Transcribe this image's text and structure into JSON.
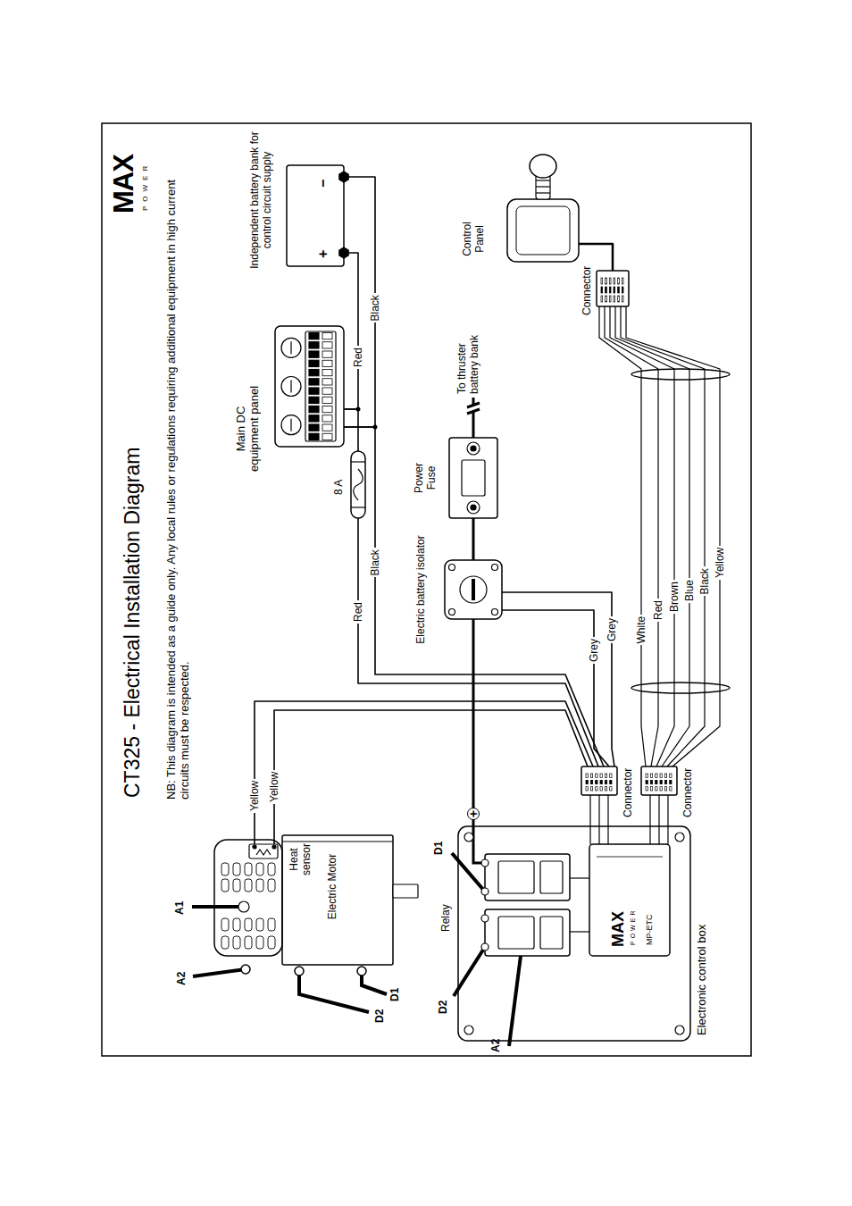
{
  "diagram": {
    "title": "CT325 - Electrical Installation Diagram",
    "nodes": [
      {
        "text": [
          "Main DC equipment panel"
        ]
      },
      {
        "text": [
          "Independent battery bank for control circuit supply",
          "+",
          "−"
        ]
      },
      {
        "text": [
          "8 A"
        ]
      },
      {
        "text": [
          "Power Fuse"
        ]
      },
      {
        "text": [
          "Electric battery isolator"
        ]
      },
      {
        "text": [
          "Control Panel"
        ]
      },
      {
        "text": [
          "Connector"
        ]
      },
      {
        "text": [
          "Electric Motor"
        ]
      },
      {
        "text": [
          "Heat sensor"
        ],
        "in": 7
      },
      {
        "text": [
          "Connector"
        ]
      },
      {
        "text": [
          "Connector"
        ]
      },
      {
        "text": [
          "Electronic control box"
        ]
      },
      {
        "text": [
          "MAX",
          "POWER",
          "MP-ETC"
        ],
        "in": 11
      }
    ],
    "edges": [
      {
        "from": 1,
        "to": 0,
        "arrow": "none",
        "label": "Red"
      },
      {
        "from": 1,
        "to": 0,
        "arrow": "none",
        "label": "Black"
      },
      {
        "from": 0,
        "to": 2,
        "arrow": "none"
      },
      {
        "from": 2,
        "to": 9,
        "arrow": "none",
        "label": "Red"
      },
      {
        "from": 0,
        "to": 9,
        "arrow": "none",
        "label": "Black"
      },
      {
        "from": 8,
        "to": 9,
        "arrow": "none",
        "label": "Yellow"
      },
      {
        "from": 8,
        "to": 9,
        "arrow": "none",
        "label": "Yellow"
      },
      {
        "from": 3,
        "to": 4,
        "arrow": "none"
      },
      {
        "from": 4,
        "to": 9,
        "arrow": "none",
        "label": "Grey"
      },
      {
        "from": 4,
        "to": 9,
        "arrow": "none",
        "label": "Grey"
      },
      {
        "from": 4,
        "to": 11,
        "arrow": "none",
        "label": "+"
      },
      {
        "from": 5,
        "to": 6,
        "arrow": "none"
      },
      {
        "from": 6,
        "to": 10,
        "arrow": "none",
        "label": "White"
      },
      {
        "from": 6,
        "to": 10,
        "arrow": "none",
        "label": "Red"
      },
      {
        "from": 6,
        "to": 10,
        "arrow": "none",
        "label": "Brown"
      },
      {
        "from": 6,
        "to": 10,
        "arrow": "none",
        "label": "Blue"
      },
      {
        "from": 6,
        "to": 10,
        "arrow": "none",
        "label": "Black"
      },
      {
        "from": 6,
        "to": 10,
        "arrow": "none",
        "label": "Yellow"
      },
      {
        "from": 9,
        "to": 12,
        "arrow": "none"
      },
      {
        "from": 10,
        "to": 12,
        "arrow": "none"
      }
    ],
    "labels": [
      "NB: This diagram is intended as a guide only. Any local rules or regulations requiring additional equipment in high current circuits must be respected.",
      "MAX",
      "POWER",
      "To thruster battery bank",
      "A1",
      "A2",
      "D2",
      "D1",
      "Relay",
      "D1",
      "D2",
      "A2"
    ]
  }
}
